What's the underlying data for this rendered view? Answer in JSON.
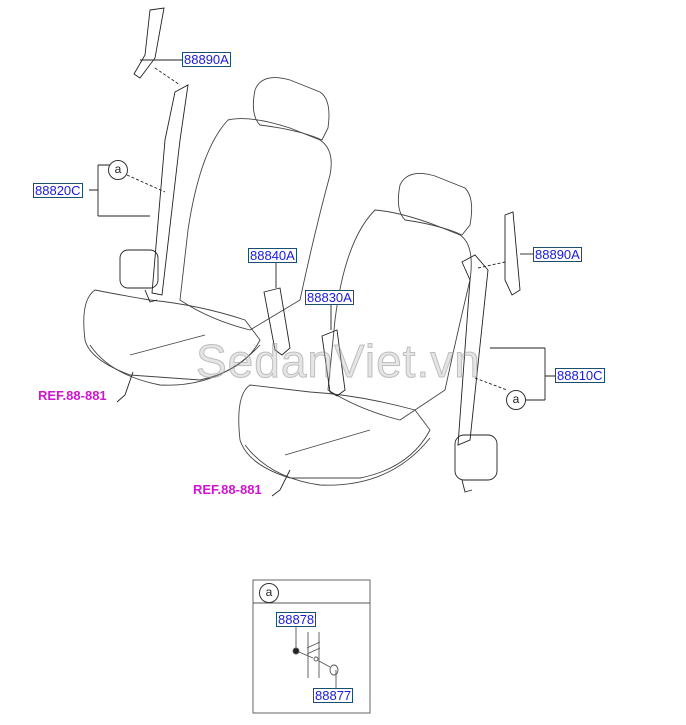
{
  "watermark": "SedanViet.vn",
  "parts": {
    "upper_anchor_left": "88890A",
    "belt_left": "88820C",
    "buckle_left": "88840A",
    "buckle_right": "88830A",
    "upper_anchor_right": "88890A",
    "belt_right": "88810C"
  },
  "refs": {
    "left": "REF.88-881",
    "right": "REF.88-881"
  },
  "detail_marker": "a",
  "inset": {
    "marker": "a",
    "part_top": "88878",
    "part_bottom": "88877"
  },
  "colors": {
    "part_text": "#1a1adf",
    "part_border": "#1b4f72",
    "ref_text": "#d015d0"
  }
}
